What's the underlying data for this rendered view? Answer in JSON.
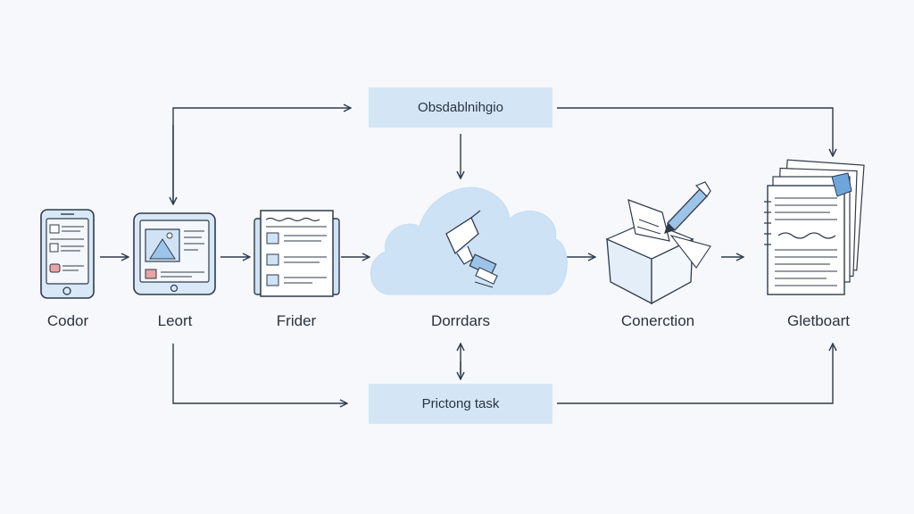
{
  "colors": {
    "background": "#f6f8fb",
    "stroke": "#2f3a4a",
    "accent_fill": "#d4e6f6",
    "icon_fill": "#cfe3f5",
    "highlight_red": "#e8a3a3"
  },
  "top_box": {
    "label": "Obsdablnihgio"
  },
  "bottom_box": {
    "label": "Prictong task"
  },
  "nodes": [
    {
      "label": "Codor",
      "icon": "smartphone-icon"
    },
    {
      "label": "Leort",
      "icon": "tablet-icon"
    },
    {
      "label": "Frider",
      "icon": "document-icon"
    },
    {
      "label": "Dorrdars",
      "icon": "cloud-satellite-icon"
    },
    {
      "label": "Conerction",
      "icon": "box-and-pen-icon"
    },
    {
      "label": "Gletboart",
      "icon": "paper-stack-icon"
    }
  ]
}
